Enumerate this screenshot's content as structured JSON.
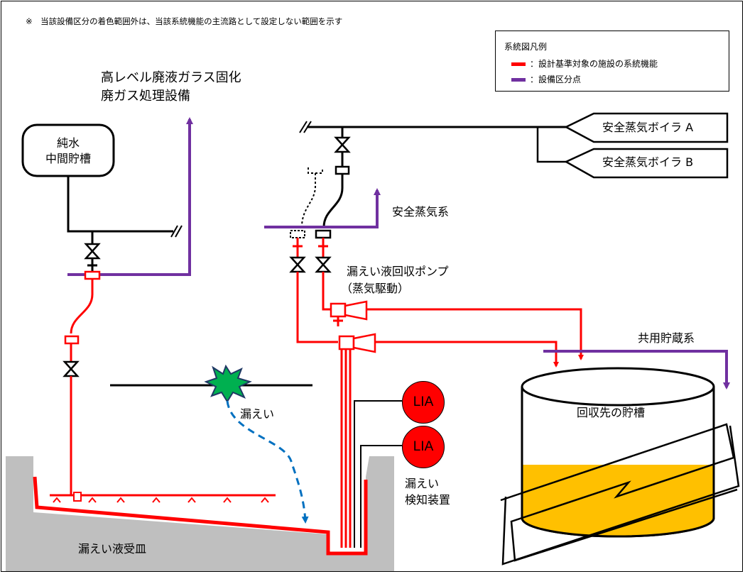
{
  "note": "※　当該設備区分の着色範囲外は、当該系統機能の主流路として設定しない範囲を示す",
  "legend": {
    "title": "系統図凡例",
    "items": [
      {
        "label": "：設計基準対象の施設の系統機能",
        "color": "#ff0000"
      },
      {
        "label": "：設備区分点",
        "color": "#7030a0"
      }
    ]
  },
  "labels": {
    "offgas_line1": "高レベル廃液ガラス固化",
    "offgas_line2": "廃ガス処理設備",
    "pure_tank_line1": "純水",
    "pure_tank_line2": "中間貯槽",
    "boiler_a": "安全蒸気ボイラ A",
    "boiler_b": "安全蒸気ボイラ B",
    "safety_steam": "安全蒸気系",
    "pump_line1": "漏えい液回収ポンプ",
    "pump_line2": "（蒸気駆動）",
    "common_storage": "共用貯蔵系",
    "leak": "漏えい",
    "lia_1": "LIA",
    "lia_2": "LIA",
    "detector_line1": "漏えい",
    "detector_line2": "検知装置",
    "receiving_tank": "回収先の貯槽",
    "drip_tray": "漏えい液受皿"
  },
  "colors": {
    "system": "#ff0000",
    "boundary": "#7030a0",
    "leak_arrow": "#0070c0",
    "liquid": "#ffc000",
    "tray": "#bfbfbf",
    "leak_burst": "#00b050"
  }
}
